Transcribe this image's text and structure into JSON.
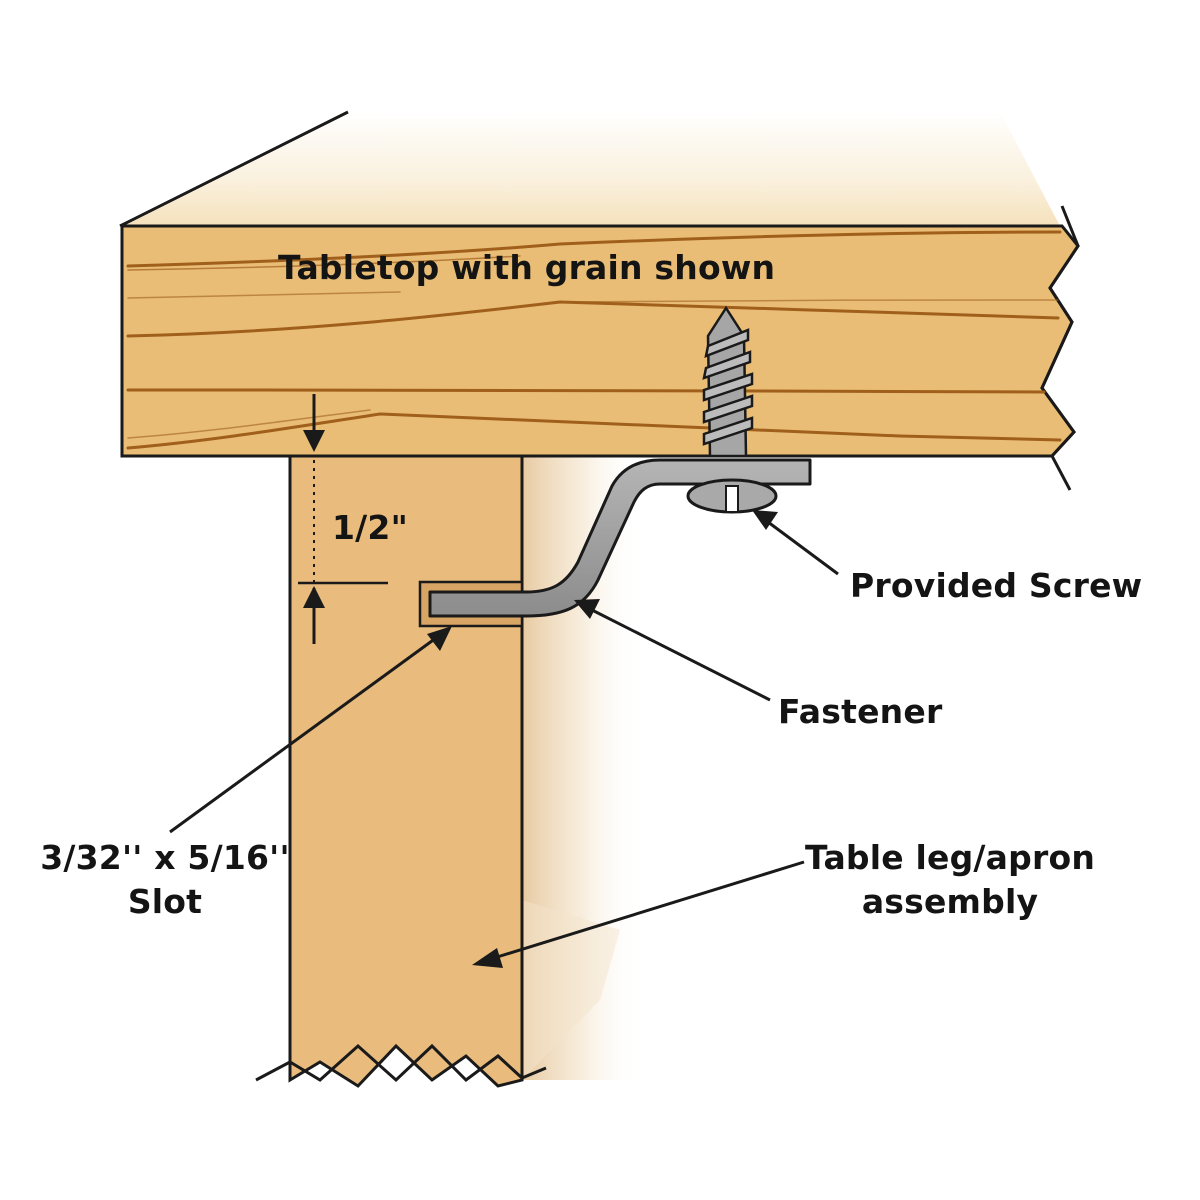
{
  "labels": {
    "tabletop": "Tabletop with grain shown",
    "screw": "Provided Screw",
    "fastener": "Fastener",
    "slot_line1": "3/32'' x 5/16''",
    "slot_line2": "Slot",
    "leg_line1": "Table leg/apron",
    "leg_line2": "assembly",
    "dimension": "1/2\""
  },
  "colors": {
    "wood": "#e9bd76",
    "grain": "#a0601c",
    "leg": "#e9bb7d",
    "metal": "#9a9a9a",
    "outline": "#1a1a1a"
  }
}
